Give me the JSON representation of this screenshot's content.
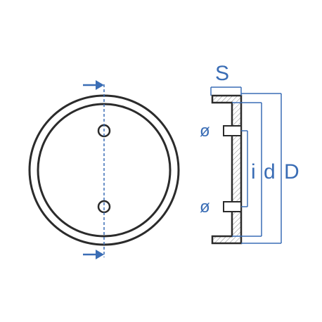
{
  "colors": {
    "outline": "#2b2b2b",
    "dimension": "#3a6db5",
    "hatch": "#8a8a8a",
    "background": "#ffffff"
  },
  "labels": {
    "thickness": "S",
    "inner_dia": "i",
    "d_label": "d",
    "outer_dia": "D",
    "hole_top": "ø",
    "hole_bottom": "ø"
  },
  "icons": {
    "section_arrow": "arrow-right-icon"
  }
}
